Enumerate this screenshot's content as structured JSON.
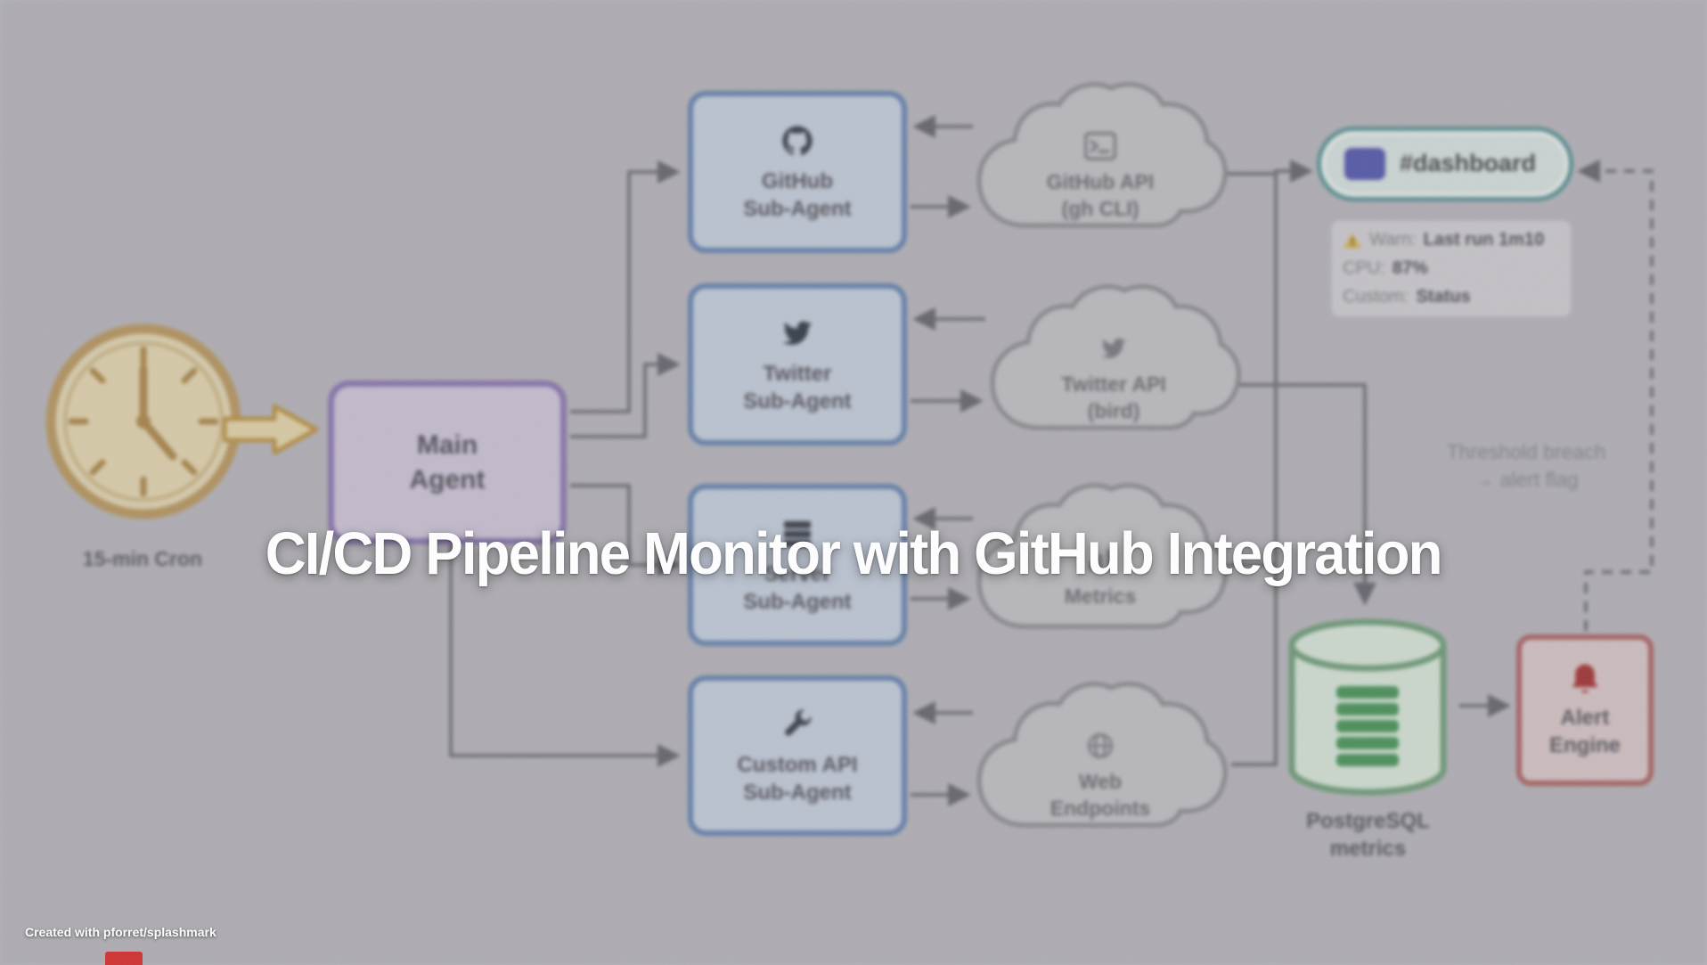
{
  "title": "CI/CD Pipeline Monitor with GitHub Integration",
  "credit": "Created with pforret/splashmark",
  "trigger": {
    "label": "15-min Cron"
  },
  "main_agent": {
    "line1": "Main",
    "line2": "Agent"
  },
  "sub_agents": [
    {
      "line1": "GitHub",
      "line2": "Sub-Agent"
    },
    {
      "line1": "Twitter",
      "line2": "Sub-Agent"
    },
    {
      "line1": "Server",
      "line2": "Sub-Agent"
    },
    {
      "line1": "Custom API",
      "line2": "Sub-Agent"
    }
  ],
  "services": [
    {
      "line1": "GitHub API",
      "line2": "(gh CLI)"
    },
    {
      "line1": "Twitter API",
      "line2": "(bird)"
    },
    {
      "line1": "Metrics",
      "line2": ""
    },
    {
      "line1": "Web",
      "line2": "Endpoints"
    }
  ],
  "dashboard": {
    "label": "#dashboard",
    "warn_label": "Warn:",
    "warn_value": "Last run 1m10",
    "cpu_label": "CPU:",
    "cpu_value": "87%",
    "custom_label": "Custom:",
    "custom_value": "Status"
  },
  "threshold_note": {
    "line1": "Threshold breach",
    "line2": "→ alert flag"
  },
  "database": {
    "line1": "PostgreSQL",
    "line2": "metrics"
  },
  "alert_engine": {
    "line1": "Alert",
    "line2": "Engine"
  },
  "colors": {
    "background": "#b5b3b8",
    "main_agent_border": "#9277c2",
    "sub_agent_border": "#5f86c0",
    "cloud_border": "#8f8d96",
    "dashboard_border": "#4f989b",
    "dashboard_icon": "#565bc8",
    "database_border": "#68a474",
    "database_icon": "#3e9e52",
    "alert_border": "#c05f5f",
    "alert_icon": "#c32f2f",
    "trigger_orange": "#c9952e",
    "warning_yellow": "#e4b83a",
    "title_text": "#ffffff"
  }
}
